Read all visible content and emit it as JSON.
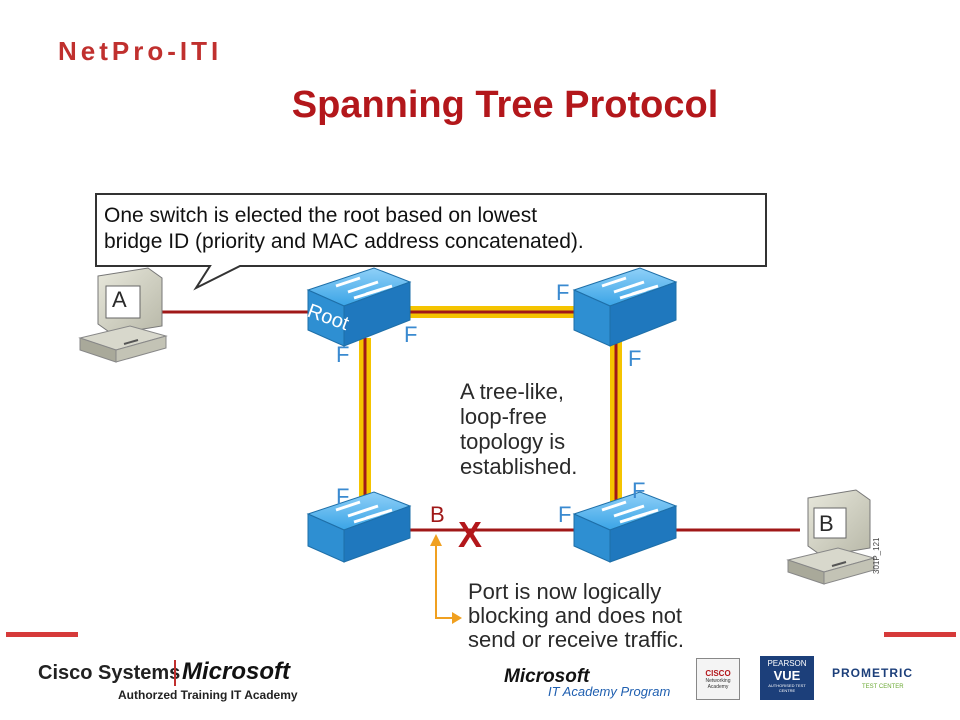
{
  "header": {
    "brand": "NetPro-ITI",
    "title": "Spanning Tree Protocol"
  },
  "callout": {
    "line1": "One switch is elected the root based on lowest",
    "line2": "bridge ID (priority and MAC address concatenated)."
  },
  "hosts": {
    "a": "A",
    "b": "B"
  },
  "switch_labels": {
    "root": "Root"
  },
  "port_labels": {
    "forwarding": "F",
    "blocking": "B",
    "blocked_mark": "X"
  },
  "note_tree": [
    "A tree-like,",
    "loop-free",
    "topology is",
    "established."
  ],
  "note_block": [
    "Port is now logically",
    "blocking and does not",
    "send or receive traffic."
  ],
  "figure_id": "301P_121",
  "footer": {
    "cisco": "Cisco Systems",
    "microsoft": "Microsoft",
    "academy": "Authorzed Training IT Academy",
    "ms_program_1": "Microsoft",
    "ms_program_2": "IT Academy Program",
    "cisco_badge_1": "CISCO",
    "cisco_badge_2": "Networking Academy",
    "pearson_1": "PEARSON",
    "pearson_2": "VUE",
    "pearson_3": "AUTHORISED TEST CENTRE",
    "prometric_1": "PROMETRIC",
    "prometric_2": "TEST CENTER"
  },
  "colors": {
    "brand": "#c0302e",
    "title": "#b3171b",
    "link": "#a01818",
    "highlight": "#f5c400",
    "switch": "#2e9be0",
    "port_label": "#3a8ad0",
    "arrow": "#f0a020"
  }
}
